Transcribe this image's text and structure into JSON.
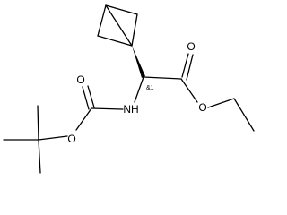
{
  "molecule": {
    "atom_labels": {
      "carbonyl_o_ester": "O",
      "ether_o_ester": "O",
      "amine_n": "NH",
      "carbonyl_o_carbamate": "O",
      "ether_o_carbamate": "O"
    },
    "stereo_annotation": "&1"
  },
  "colors": {
    "bond": "#000000",
    "text": "#000000",
    "background": "#ffffff"
  }
}
